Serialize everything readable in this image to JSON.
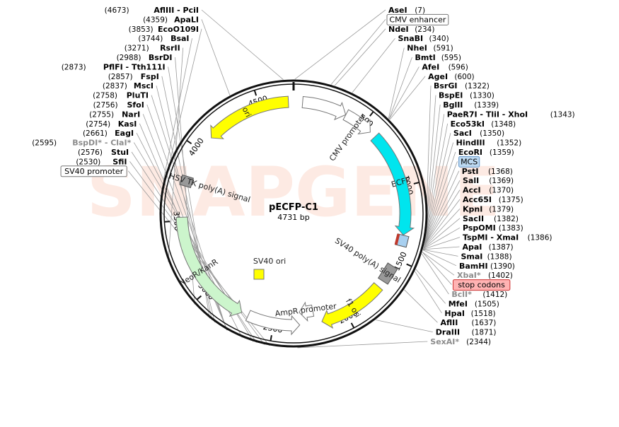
{
  "plasmid": {
    "name": "pECFP-C1",
    "size_label": "4731 bp",
    "total": 4731
  },
  "watermark": "SNAPGENE",
  "ticks": [
    {
      "pos": 500,
      "label": "500"
    },
    {
      "pos": 1000,
      "label": "1000"
    },
    {
      "pos": 1500,
      "label": "1500"
    },
    {
      "pos": 2000,
      "label": "2000"
    },
    {
      "pos": 2500,
      "label": "2500"
    },
    {
      "pos": 3000,
      "label": "3000"
    },
    {
      "pos": 3500,
      "label": "3500"
    },
    {
      "pos": 4000,
      "label": "4000"
    },
    {
      "pos": 4500,
      "label": "4500"
    }
  ],
  "features": [
    {
      "name": "CMV enhancer",
      "start": 61,
      "end": 365,
      "color": "#ffffff",
      "direction": 1,
      "ring": 0,
      "label": ""
    },
    {
      "name": "CMV promoter",
      "start": 366,
      "end": 569,
      "color": "#ffffff",
      "direction": 1,
      "ring": 0,
      "label": "CMV promoter"
    },
    {
      "name": "ECFP",
      "start": 613,
      "end": 1329,
      "color": "#00e5ee",
      "direction": 1,
      "ring": 0,
      "label": "ECFP"
    },
    {
      "name": "MCS",
      "start": 1330,
      "end": 1404,
      "color": "#a8d0f0",
      "direction": 0,
      "ring": 0,
      "label": ""
    },
    {
      "name": "SV40 poly(A) signal",
      "start": 1550,
      "end": 1671,
      "color": "#999999",
      "direction": 0,
      "ring": 0,
      "label": "SV40 poly(A) signal"
    },
    {
      "name": "f1 ori",
      "start": 1718,
      "end": 2173,
      "color": "#ffff00",
      "direction": 1,
      "ring": 0,
      "label": "f1 ori"
    },
    {
      "name": "AmpR promoter",
      "start": 2219,
      "end": 2323,
      "color": "#ffffff",
      "direction": 1,
      "ring": 1,
      "label": "AmpR promoter"
    },
    {
      "name": "SV40 promoter",
      "start": 2324,
      "end": 2681,
      "color": "#ffffff",
      "direction": -1,
      "ring": 0,
      "label": ""
    },
    {
      "name": "NeoR/KanR",
      "start": 2729,
      "end": 3523,
      "color": "#ccf5cc",
      "direction": -1,
      "ring": 0,
      "label": "NeoR/KanR"
    },
    {
      "name": "HSV TK poly(A) signal",
      "start": 3759,
      "end": 3777,
      "color": "#999999",
      "direction": 0,
      "ring": 0,
      "label": "HSV TK poly(A) signal"
    },
    {
      "name": "ori",
      "start": 4108,
      "end": 4696,
      "color": "#ffff00",
      "direction": -1,
      "ring": 0,
      "label": "ori"
    }
  ],
  "sv40_ori": {
    "label": "SV40 ori",
    "color": "#ffff00"
  },
  "sites": [
    {
      "id": "s1",
      "name": "AflIII - PciI",
      "num": "(4673)",
      "side": "L",
      "pos": 4673,
      "style": "enz"
    },
    {
      "id": "s2",
      "name": "AseI",
      "num": "(7)",
      "side": "R",
      "pos": 7,
      "style": "enz"
    },
    {
      "id": "s3",
      "name": "ApaLI",
      "num": "(4359)",
      "side": "L",
      "pos": 4359,
      "style": "enz"
    },
    {
      "id": "s4",
      "name": "NdeI",
      "num": "(234)",
      "side": "R",
      "pos": 234,
      "style": "enz"
    },
    {
      "id": "s5",
      "name": "SnaBI",
      "num": "(340)",
      "side": "R",
      "pos": 340,
      "style": "enz"
    },
    {
      "id": "s6",
      "name": "NheI",
      "num": "(591)",
      "side": "R",
      "pos": 591,
      "style": "enz"
    },
    {
      "id": "s7",
      "name": "BmtI",
      "num": "(595)",
      "side": "R",
      "pos": 595,
      "style": "enz"
    },
    {
      "id": "s8",
      "name": "AfeI",
      "num": "(596)",
      "side": "R",
      "pos": 596,
      "style": "enz"
    },
    {
      "id": "s9",
      "name": "AgeI",
      "num": "(600)",
      "side": "R",
      "pos": 600,
      "style": "enz"
    },
    {
      "id": "s10",
      "name": "EcoO109I",
      "num": "(3853)",
      "side": "L",
      "pos": 3853,
      "style": "enz"
    },
    {
      "id": "s11",
      "name": "BsrGI",
      "num": "(1322)",
      "side": "R",
      "pos": 1322,
      "style": "enz"
    },
    {
      "id": "s12",
      "name": "BspEI",
      "num": "(1330)",
      "side": "R",
      "pos": 1330,
      "style": "enz"
    },
    {
      "id": "s13",
      "name": "BglII",
      "num": "(1339)",
      "side": "R",
      "pos": 1339,
      "style": "enz"
    },
    {
      "id": "s14",
      "name": "PaeR7I - TliI - XhoI",
      "num": "(1343)",
      "side": "R",
      "pos": 1343,
      "style": "enz"
    },
    {
      "id": "s15",
      "name": "Eco53kI",
      "num": "(1348)",
      "side": "R",
      "pos": 1348,
      "style": "enz"
    },
    {
      "id": "s16",
      "name": "SacI",
      "num": "(1350)",
      "side": "R",
      "pos": 1350,
      "style": "enz"
    },
    {
      "id": "s17",
      "name": "HindIII",
      "num": "(1352)",
      "side": "R",
      "pos": 1352,
      "style": "enz"
    },
    {
      "id": "s18",
      "name": "EcoRI",
      "num": "(1359)",
      "side": "R",
      "pos": 1359,
      "style": "enz"
    },
    {
      "id": "s19",
      "name": "BsaI",
      "num": "(3744)",
      "side": "L",
      "pos": 3744,
      "style": "enz"
    },
    {
      "id": "s20",
      "name": "PstI",
      "num": "(1368)",
      "side": "R",
      "pos": 1368,
      "style": "enz"
    },
    {
      "id": "s21",
      "name": "SalI",
      "num": "(1369)",
      "side": "R",
      "pos": 1369,
      "style": "enz"
    },
    {
      "id": "s22",
      "name": "AccI",
      "num": "(1370)",
      "side": "R",
      "pos": 1370,
      "style": "enz"
    },
    {
      "id": "s23",
      "name": "Acc65I",
      "num": "(1375)",
      "side": "R",
      "pos": 1375,
      "style": "enz"
    },
    {
      "id": "s24",
      "name": "KpnI",
      "num": "(1379)",
      "side": "R",
      "pos": 1379,
      "style": "enz"
    },
    {
      "id": "s25",
      "name": "SacII",
      "num": "(1382)",
      "side": "R",
      "pos": 1382,
      "style": "enz"
    },
    {
      "id": "s26",
      "name": "PspOMI",
      "num": "(1383)",
      "side": "R",
      "pos": 1383,
      "style": "enz"
    },
    {
      "id": "s27",
      "name": "TspMI - XmaI",
      "num": "(1386)",
      "side": "R",
      "pos": 1386,
      "style": "enz"
    },
    {
      "id": "s28",
      "name": "RsrII",
      "num": "(3271)",
      "side": "L",
      "pos": 3271,
      "style": "enz"
    },
    {
      "id": "s29",
      "name": "ApaI",
      "num": "(1387)",
      "side": "R",
      "pos": 1387,
      "style": "enz"
    },
    {
      "id": "s30",
      "name": "BsrDI",
      "num": "(2988)",
      "side": "L",
      "pos": 2988,
      "style": "enz"
    },
    {
      "id": "s31",
      "name": "SmaI",
      "num": "(1388)",
      "side": "R",
      "pos": 1388,
      "style": "enz"
    },
    {
      "id": "s32",
      "name": "PflFI - Tth111I",
      "num": "(2873)",
      "side": "L",
      "pos": 2873,
      "style": "enz"
    },
    {
      "id": "s33",
      "name": "BamHI",
      "num": "(1390)",
      "side": "R",
      "pos": 1390,
      "style": "enz"
    },
    {
      "id": "s34",
      "name": "FspI",
      "num": "(2857)",
      "side": "L",
      "pos": 2857,
      "style": "enz"
    },
    {
      "id": "s35",
      "name": "XbaI*",
      "num": "(1402)",
      "side": "R",
      "pos": 1402,
      "style": "dim"
    },
    {
      "id": "s36",
      "name": "MscI",
      "num": "(2837)",
      "side": "L",
      "pos": 2837,
      "style": "enz"
    },
    {
      "id": "s37",
      "name": "PluTI",
      "num": "(2758)",
      "side": "L",
      "pos": 2758,
      "style": "enz"
    },
    {
      "id": "s38",
      "name": "BclI*",
      "num": "(1412)",
      "side": "R",
      "pos": 1412,
      "style": "dim"
    },
    {
      "id": "s39",
      "name": "SfoI",
      "num": "(2756)",
      "side": "L",
      "pos": 2756,
      "style": "enz"
    },
    {
      "id": "s40",
      "name": "NarI",
      "num": "(2755)",
      "side": "L",
      "pos": 2755,
      "style": "enz"
    },
    {
      "id": "s41",
      "name": "MfeI",
      "num": "(1505)",
      "side": "R",
      "pos": 1505,
      "style": "enz"
    },
    {
      "id": "s42",
      "name": "KasI",
      "num": "(2754)",
      "side": "L",
      "pos": 2754,
      "style": "enz"
    },
    {
      "id": "s43",
      "name": "HpaI",
      "num": "(1518)",
      "side": "R",
      "pos": 1518,
      "style": "enz"
    },
    {
      "id": "s44",
      "name": "AflII",
      "num": "(1637)",
      "side": "R",
      "pos": 1637,
      "style": "enz"
    },
    {
      "id": "s45",
      "name": "EagI",
      "num": "(2661)",
      "side": "L",
      "pos": 2661,
      "style": "enz"
    },
    {
      "id": "s46",
      "name": "BspDI* - ClaI*",
      "num": "(2595)",
      "side": "L",
      "pos": 2595,
      "style": "dim"
    },
    {
      "id": "s47",
      "name": "DraIII",
      "num": "(1871)",
      "side": "R",
      "pos": 1871,
      "style": "enz"
    },
    {
      "id": "s48",
      "name": "StuI",
      "num": "(2576)",
      "side": "L",
      "pos": 2576,
      "style": "enz"
    },
    {
      "id": "s49",
      "name": "SfiI",
      "num": "(2530)",
      "side": "L",
      "pos": 2530,
      "style": "enz"
    },
    {
      "id": "s50",
      "name": "SexAI*",
      "num": "(2344)",
      "side": "R",
      "pos": 2344,
      "style": "dim"
    }
  ],
  "boxes": [
    {
      "id": "b1",
      "text": "CMV enhancer",
      "pos": 213,
      "fill": "#ffffff",
      "stroke": "#777777",
      "color": "#000000"
    },
    {
      "id": "b2",
      "text": "MCS",
      "pos": 1362,
      "fill": "#bcd8f0",
      "stroke": "#6699cc",
      "color": "#000000"
    },
    {
      "id": "b3",
      "text": "stop codons",
      "pos": 1402,
      "fill": "#ffb3b3",
      "stroke": "#cc3333",
      "color": "#000000"
    },
    {
      "id": "b4",
      "text": "SV40 promoter",
      "pos": 2502,
      "fill": "#ffffff",
      "stroke": "#777777",
      "color": "#000000"
    }
  ]
}
